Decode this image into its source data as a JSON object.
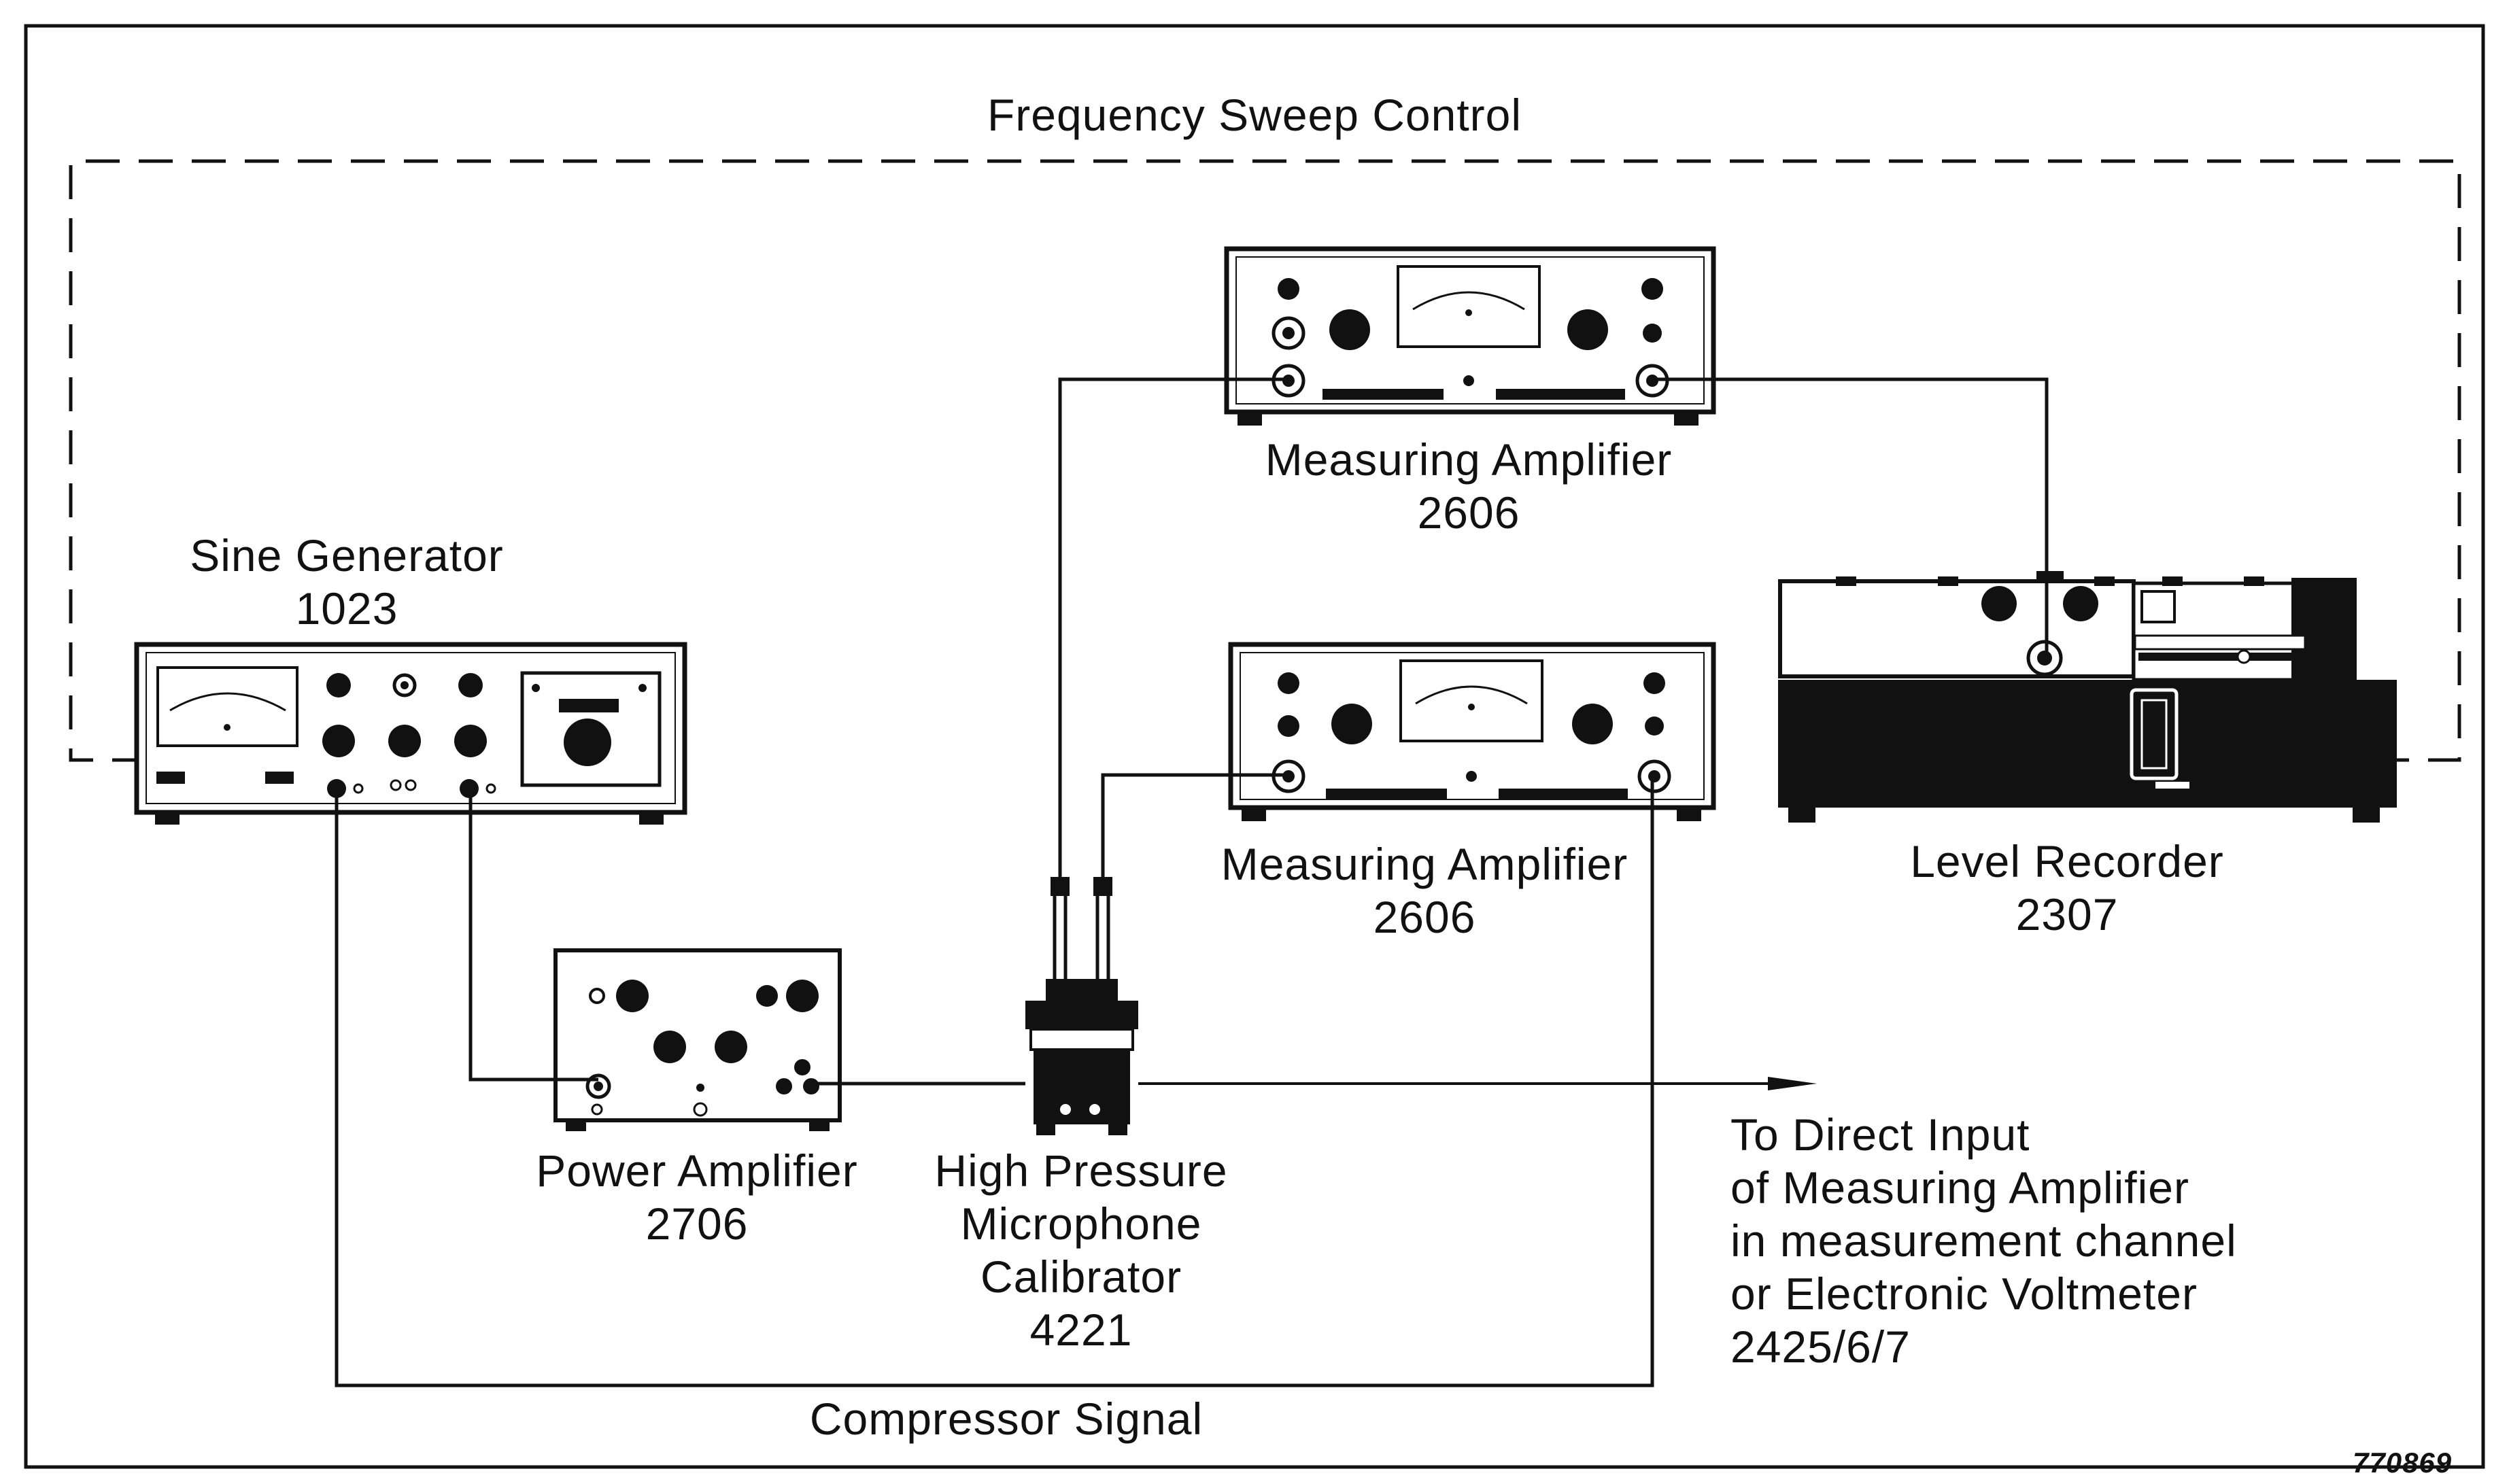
{
  "labels": {
    "frequency_sweep_control": "Frequency Sweep Control",
    "compressor_signal": "Compressor Signal",
    "figure_number": "770869"
  },
  "devices": {
    "sine_generator": {
      "name": "Sine Generator",
      "model": "1023"
    },
    "power_amplifier": {
      "name": "Power Amplifier",
      "model": "2706"
    },
    "calibrator": {
      "name": "High Pressure",
      "name2": "Microphone",
      "name3": "Calibrator",
      "model": "4221"
    },
    "measuring_amplifier_top": {
      "name": "Measuring Amplifier",
      "model": "2606"
    },
    "measuring_amplifier_mid": {
      "name": "Measuring Amplifier",
      "model": "2606"
    },
    "level_recorder": {
      "name": "Level Recorder",
      "model": "2307"
    }
  },
  "output_note": {
    "line1": "To Direct Input",
    "line2": "of Measuring Amplifier",
    "line3": "in measurement channel",
    "line4": "or Electronic Voltmeter",
    "line5": "2425/6/7"
  }
}
